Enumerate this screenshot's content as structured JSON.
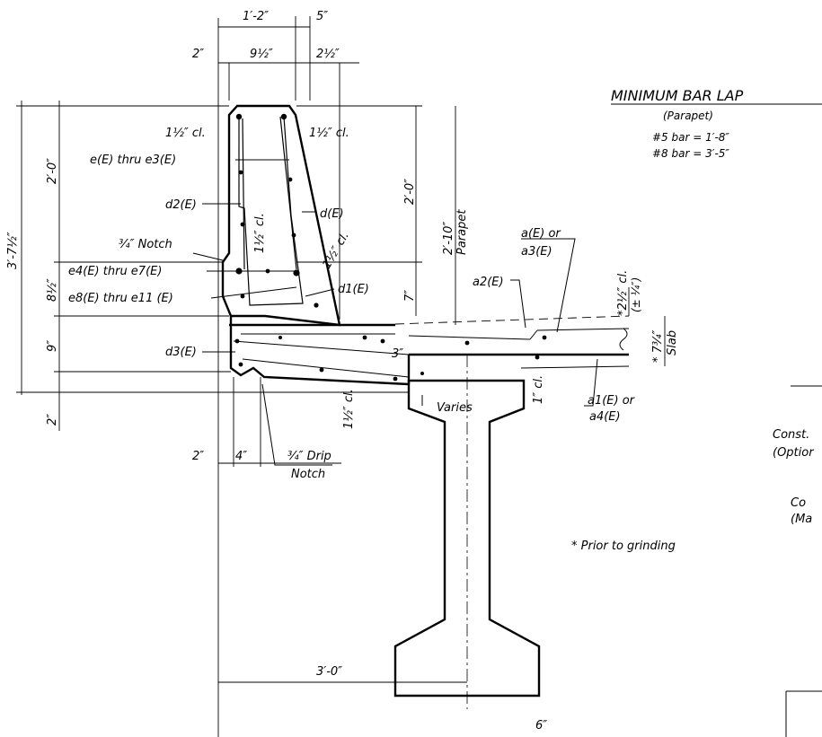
{
  "title": {
    "main": "MINIMUM BAR LAP",
    "sub": "(Parapet)",
    "row1": "#5 bar = 1′-8″",
    "row2": "#8 bar = 3′-5″"
  },
  "dims": {
    "top_1_2": "1′-2″",
    "top_5": "5″",
    "left_2": "2″",
    "w_9half": "9½″",
    "w_2half": "2½″",
    "overall_h": "3′-7½″",
    "upper_2_0": "2′-0″",
    "mid_8half": "8½″",
    "low_9": "9″",
    "bot_2": "2″",
    "right_2_0": "2′-0″",
    "parapet_2_10": "2′-10″",
    "parapet_word": "Parapet",
    "seven": "7″",
    "slab_7_3_4": "* 7¾″",
    "slab_word": "Slab",
    "cl_2half": "*2½″ cl.",
    "tol": "(± ¼″)",
    "three": "3″",
    "one_cl": "1″ cl.",
    "one_half_cl_bot": "1½″ cl.",
    "foot_2": "2″",
    "foot_4": "4″",
    "base_3_0": "3′-0″",
    "base_6": "6″",
    "varies": "Varies"
  },
  "labels": {
    "cl_left": "1½″ cl.",
    "cl_right": "1½″ cl.",
    "e_upper": "e(E) thru e3(E)",
    "d2": "d2(E)",
    "d": "d(E)",
    "notch": "¾″ Notch",
    "cl_mid": "1½″ cl.",
    "cl_diag": "1½″ cl.",
    "e4": "e4(E) thru e7(E)",
    "e8": "e8(E) thru e11 (E)",
    "d1": "d1(E)",
    "a2": "a2(E)",
    "a_or": "a(E) or",
    "a3": "a3(E)",
    "d3": "d3(E)",
    "a1_or": "a1(E) or",
    "a4": "a4(E)",
    "drip": "¾″ Drip",
    "drip_notch": "Notch",
    "prior": "* Prior to grinding",
    "const": "Const.",
    "option": "(Optior",
    "co": "Co",
    "ma": "(Ma"
  }
}
